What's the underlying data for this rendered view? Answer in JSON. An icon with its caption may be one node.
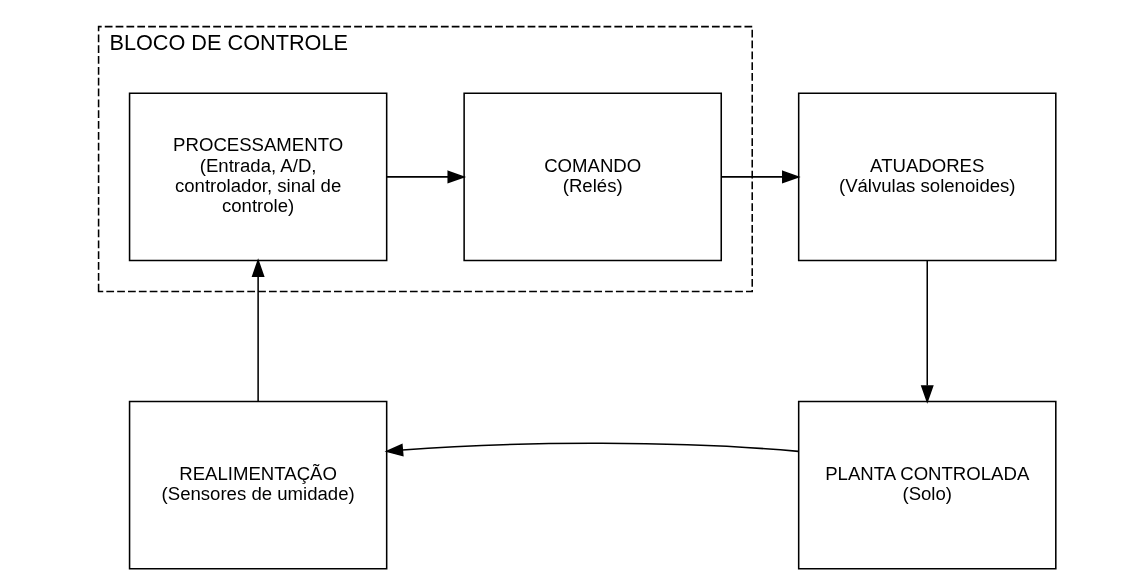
{
  "diagram": {
    "nodes": [
      {
        "text": [
          "BLOCO DE CONTROLE"
        ]
      },
      {
        "text": [
          "PROCESSAMENTO",
          "(Entrada, A/D, controlador, sinal de controle)"
        ],
        "in": 0
      },
      {
        "text": [
          "COMANDO",
          "(Relés)"
        ],
        "in": 0
      },
      {
        "text": [
          "ATUADORES",
          "(Válvulas solenoides)"
        ]
      },
      {
        "text": [
          "PLANTA CONTROLADA",
          "(Solo)"
        ]
      },
      {
        "text": [
          "REALIMENTAÇÃO",
          "(Sensores de umidade)"
        ]
      }
    ],
    "edges": [
      {
        "from": 1,
        "to": 2,
        "arrow": "to"
      },
      {
        "from": 2,
        "to": 3,
        "arrow": "to"
      },
      {
        "from": 3,
        "to": 4,
        "arrow": "to"
      },
      {
        "from": 4,
        "to": 5,
        "arrow": "to"
      },
      {
        "from": 5,
        "to": 1,
        "arrow": "to"
      }
    ]
  }
}
